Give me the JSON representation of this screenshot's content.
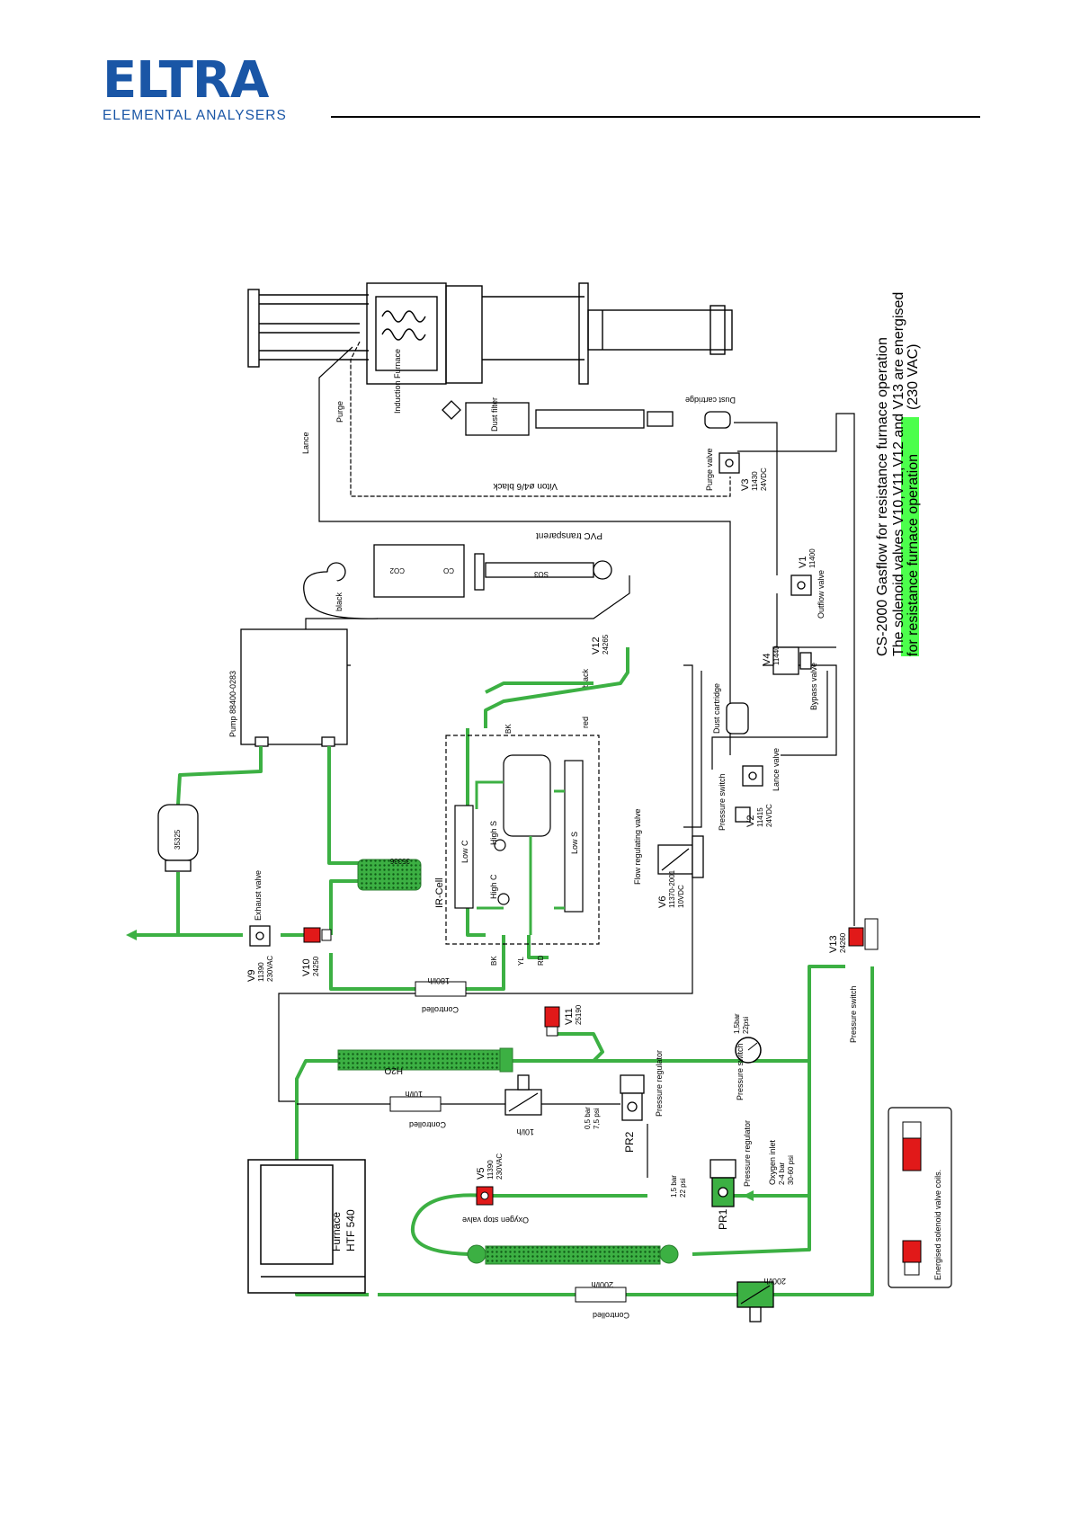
{
  "logo": {
    "word": "ELTRA",
    "sub": "ELEMENTAL ANALYSERS"
  },
  "colors": {
    "brand": "#1a56a6",
    "gas_line": "#3cb043",
    "highlight": "#4cff4c",
    "energised": "#e11919"
  },
  "title": {
    "line1": "CS-2000 Gasflow for resistance furnace operation",
    "line2": "The solenoid valves V10,V11,V12 and V13 are energised",
    "line3_pre": "(230 VAC)",
    "line3_highlight": "for resistance furnace operation"
  },
  "legend": {
    "label": "Energised solenoid valve coils."
  },
  "labels": {
    "lance": "Lance",
    "purge": "Purge",
    "induction_furnace": "Induction Furnace",
    "dust_filter": "Dust filter",
    "dust_cartridge_top": "Dust cartridge",
    "purge_valve": "Purge valve",
    "v3": "V3",
    "v3_spec": "11430",
    "v3_volt": "24VDC",
    "viton": "Viton ø4/6 black",
    "pvc": "PVC transparent",
    "black_tube": "black",
    "co2_conv_left": "CO2",
    "co2_conv_mid": "CO",
    "co2_conv_so3": "SO3",
    "v1": "V1",
    "v1_spec": "11400",
    "outflow_valve": "Outflow valve",
    "pump": "Pump 88400-0283",
    "v12": "V12",
    "v12_spec": "24265",
    "black_v12": "black",
    "red": "red",
    "bk1": "BK",
    "v4": "V4",
    "v4_spec": "11440",
    "bypass_valve": "Bypass valve",
    "dust_cartridge_mid": "Dust cartridge",
    "lance_valve": "Lance valve",
    "pressure_switch_v2": "Pressure switch",
    "v2": "V2",
    "v2_spec": "11415",
    "v2_volt": "24VDC",
    "filter_35325": "35325",
    "filter_35336": "35336",
    "ir_cell": "IR-Cell",
    "low_c": "Low C",
    "high_c": "High C",
    "high_s": "High S",
    "low_s": "Low S",
    "exhaust_valve": "Exhaust valve",
    "v9": "V9",
    "v9_spec": "11390",
    "v9_volt": "230VAC",
    "v10": "V10",
    "v10_spec": "24250",
    "flow_180": "180l/h",
    "controlled_180": "Controlled",
    "bk2": "BK",
    "yl": "YL",
    "rd": "RD",
    "flow_regulating_valve": "Flow regulating valve",
    "v6": "V6",
    "v6_spec": "11370-2001",
    "v6_volt": "10VDC",
    "v13": "V13",
    "v13_spec": "24260",
    "pressure_switch_v13": "Pressure switch",
    "v11": "V11",
    "v11_spec": "25190",
    "h2o": "H2O",
    "pressure_switch_gauge": "Pressure switch",
    "gauge_spec_bar": "1,5bar",
    "gauge_spec_psi": "22psi",
    "flow_10_a": "10l/h",
    "controlled_10": "Controlled",
    "flow_10_b": "10l/h",
    "pr2_bar": "0,5 bar",
    "pr2_psi": "7,5 psi",
    "pressure_regulator_pr2": "Pressure regulator",
    "pr2": "PR2",
    "furnace": "Furnace",
    "furnace_model": "HTF 540",
    "v5": "V5",
    "v5_spec": "11390",
    "v5_volt": "230VAC",
    "oxygen_stop_valve": "Oxygen stop valve",
    "pr1_bar": "1,5 bar",
    "pr1_psi": "22 psi",
    "pressure_regulator_pr1": "Pressure regulator",
    "pr1": "PR1",
    "oxygen_inlet": "Oxygen inlet",
    "oxygen_inlet_bar": "2-4 bar",
    "oxygen_inlet_psi": "30-60 psi",
    "flow_200_a": "200l/h",
    "controlled_200": "Controlled",
    "flow_200_b": "200l/h"
  }
}
